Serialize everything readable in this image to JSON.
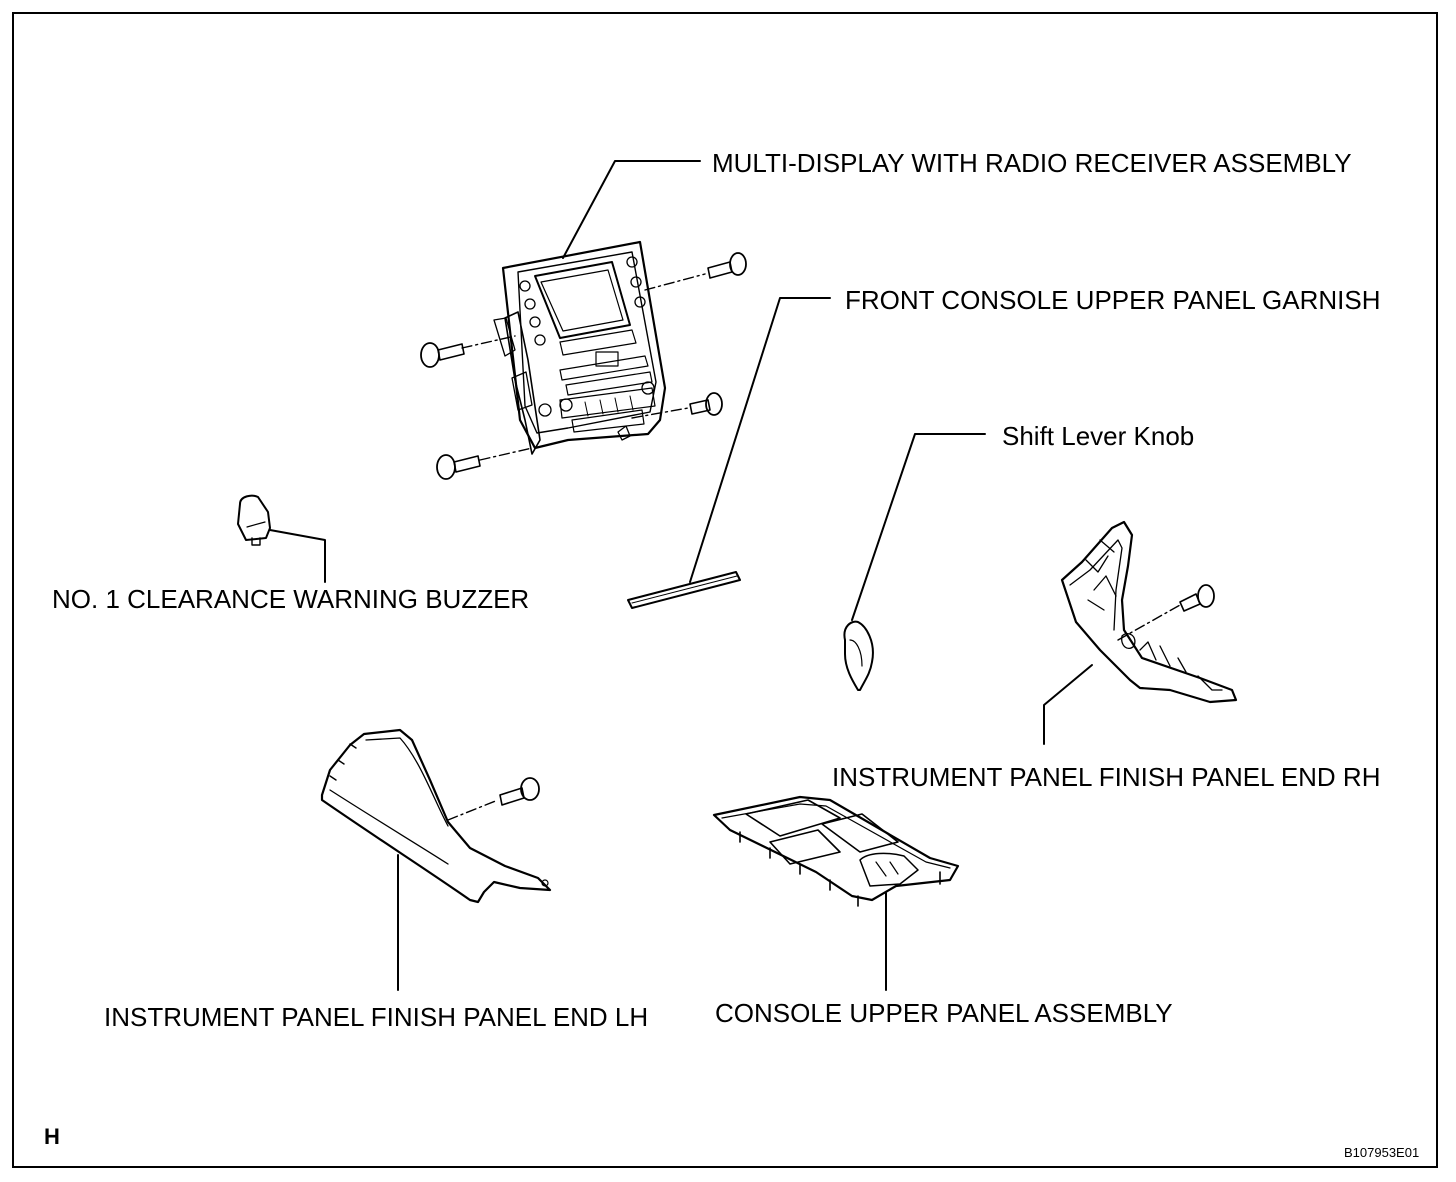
{
  "labels": {
    "multi_display": "MULTI-DISPLAY WITH RADIO RECEIVER ASSEMBLY",
    "front_console_garnish": "FRONT CONSOLE UPPER PANEL GARNISH",
    "shift_knob": "Shift Lever Knob",
    "buzzer": "NO. 1 CLEARANCE WARNING BUZZER",
    "panel_end_rh": "INSTRUMENT PANEL FINISH PANEL END RH",
    "panel_end_lh": "INSTRUMENT PANEL FINISH PANEL END LH",
    "console_upper_panel": "CONSOLE UPPER PANEL ASSEMBLY"
  },
  "corner_letter": "H",
  "figure_id": "B107953E01"
}
